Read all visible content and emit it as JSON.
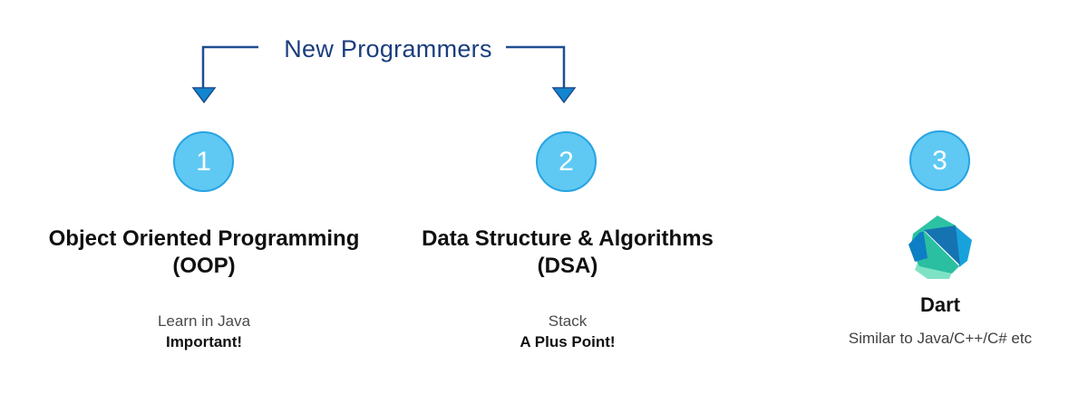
{
  "header": {
    "label": "New Programmers"
  },
  "colors": {
    "label_navy": "#1b3e7d",
    "bracket_line": "#1f4e8f",
    "arrow_fill": "#1285d0",
    "circle_fill": "#5fc9f3",
    "circle_border": "#27a3e2",
    "heading_text": "#101010",
    "muted_text": "#4a4a4a",
    "dart_teal": "#2cc3a4",
    "dart_mid_teal": "#2abfa0",
    "dart_light_teal": "#7fe2c5",
    "dart_blue": "#0d7fc4",
    "dart_bright_blue": "#18a2dc",
    "dart_dark_blue": "#1573b2"
  },
  "steps": [
    {
      "number": "1",
      "title1": "Object Oriented Programming",
      "title2": "(OOP)",
      "note1": "Learn in Java",
      "note2": "Important!"
    },
    {
      "number": "2",
      "title1": "Data Structure & Algorithms",
      "title2": "(DSA)",
      "note1": "Stack",
      "note2": "A Plus Point!"
    },
    {
      "number": "3",
      "title": "Dart",
      "note": "Similar to Java/C++/C# etc",
      "icon": "dart-logo"
    }
  ]
}
